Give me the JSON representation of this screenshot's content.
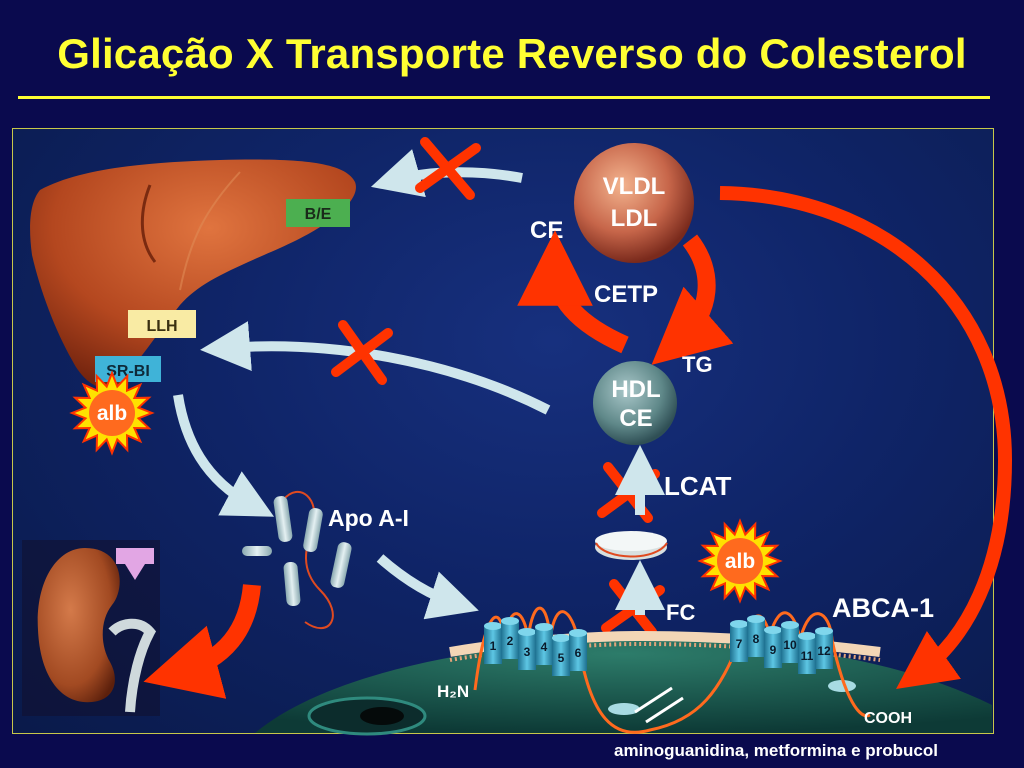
{
  "title": "Glicação X Transporte Reverso do Colesterol",
  "footer": "aminoguanidina, metformina e probucol",
  "labels": {
    "be": "B/E",
    "llh": "LLH",
    "srbi": "SR-BI",
    "ce": "CE",
    "vldl": "VLDL",
    "ldl": "LDL",
    "cetp": "CETP",
    "tg": "TG",
    "hdl": "HDL",
    "hdl_ce": "CE",
    "lcat": "LCAT",
    "fc": "FC",
    "apoai": "Apo A-I",
    "abca1": "ABCA-1",
    "h2n": "H₂N",
    "cooh": "COOH",
    "alb": "alb"
  },
  "helix_numbers_left": [
    "1",
    "2",
    "3",
    "4",
    "5",
    "6"
  ],
  "helix_numbers_right": [
    "7",
    "8",
    "9",
    "10",
    "11",
    "12"
  ],
  "colors": {
    "background": "#0a0a4e",
    "title": "#ffff33",
    "arrow_red": "#ff3300",
    "arrow_light": "#cfe6ec",
    "helix": "#3fa6c6"
  }
}
